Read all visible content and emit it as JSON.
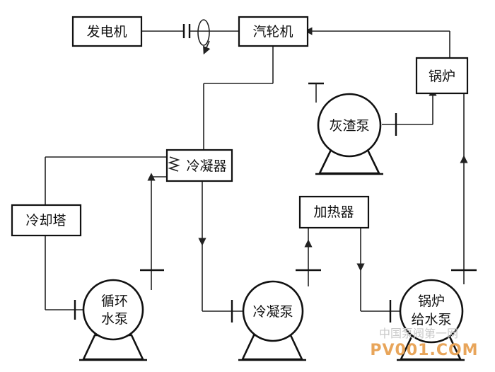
{
  "labels": {
    "generator": "发电机",
    "turbine": "汽轮机",
    "boiler": "锅炉",
    "ash_pump": "灰渣泵",
    "condenser": "冷凝器",
    "cooling_tower": "冷却塔",
    "heater": "加热器",
    "circ_pump_line1": "循环",
    "circ_pump_line2": "水泵",
    "condensate_pump": "冷凝泵",
    "feed_pump_line1": "锅炉",
    "feed_pump_line2": "给水泵"
  },
  "watermark": {
    "line1": "中国泵阀第一网",
    "line2": "PV001.COM"
  }
}
